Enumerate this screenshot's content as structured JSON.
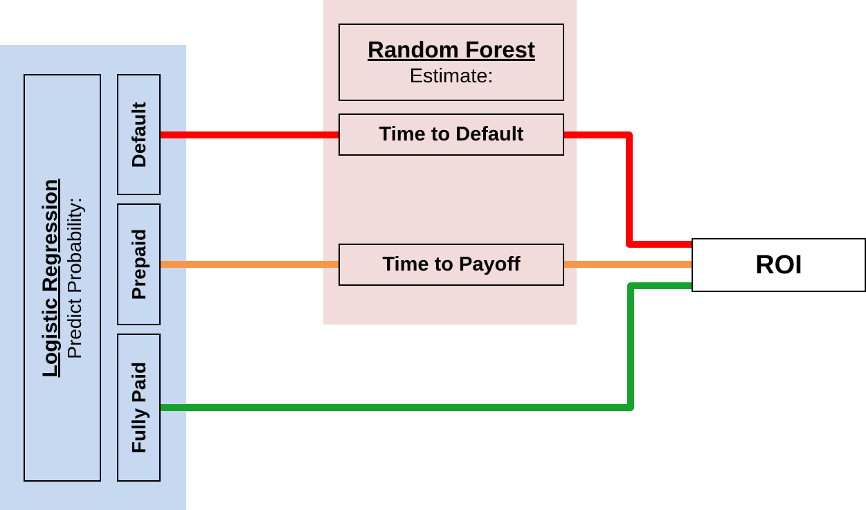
{
  "logistic_regression": {
    "title": "Logistic Regression",
    "subtitle": "Predict Probability:",
    "classes": [
      {
        "label": "Default"
      },
      {
        "label": "Prepaid"
      },
      {
        "label": "Fully Paid"
      }
    ]
  },
  "random_forest": {
    "title": "Random Forest",
    "subtitle": "Estimate:",
    "outputs": [
      {
        "label": "Time to Default"
      },
      {
        "label": "Time to Payoff"
      }
    ]
  },
  "roi": {
    "label": "ROI"
  },
  "colors": {
    "lr_panel": "#c6d9f0",
    "rf_panel": "#f2dcdb",
    "default_line": "#ff0000",
    "prepaid_line": "#f79646",
    "fully_paid_line": "#17a12f"
  }
}
